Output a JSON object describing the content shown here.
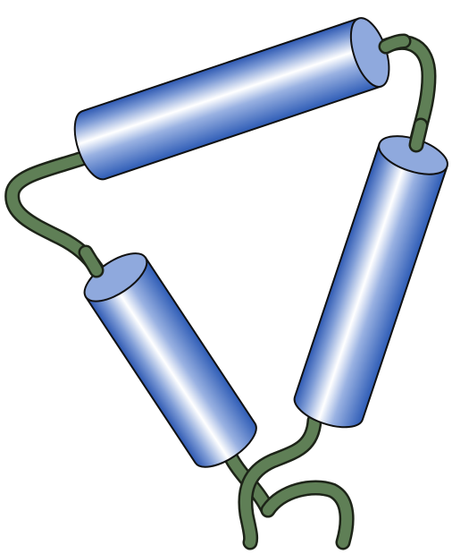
{
  "figure": {
    "background": "#ffffff",
    "colors": {
      "loop": "#5f7f56",
      "loop_outline": "#1d2418",
      "cylinder_dark": "#2f5fb8",
      "cylinder_mid": "#7f9fd8",
      "cylinder_light": "#ffffff",
      "cylinder_cap": "#8fa9dd",
      "outline": "#111111"
    },
    "elements": [
      {
        "name": "helix-top",
        "kind": "cylinder"
      },
      {
        "name": "helix-left",
        "kind": "cylinder"
      },
      {
        "name": "helix-right",
        "kind": "cylinder"
      },
      {
        "name": "loop-left",
        "kind": "loop"
      },
      {
        "name": "loop-top-right",
        "kind": "loop"
      },
      {
        "name": "loop-bottom",
        "kind": "loop"
      }
    ]
  }
}
